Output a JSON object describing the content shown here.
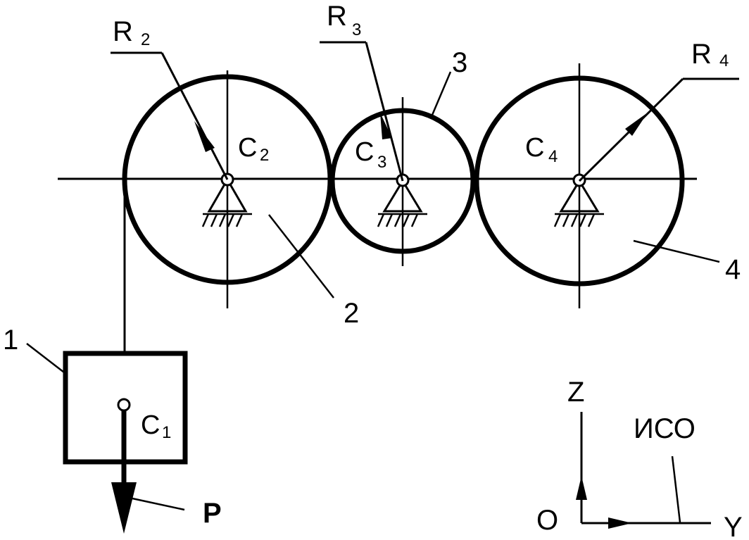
{
  "labels": {
    "body1": "1",
    "body2": "2",
    "body3": "3",
    "body4": "4",
    "c1": "C",
    "c1_sub": "1",
    "c2": "C",
    "c2_sub": "2",
    "c3": "C",
    "c3_sub": "3",
    "c4": "C",
    "c4_sub": "4",
    "r2": "R",
    "r2_sub": "2",
    "r3": "R",
    "r3_sub": "3",
    "r4": "R",
    "r4_sub": "4",
    "force": "P",
    "axis_z": "Z",
    "axis_y": "Y",
    "origin": "O",
    "frame": "ИСО"
  }
}
